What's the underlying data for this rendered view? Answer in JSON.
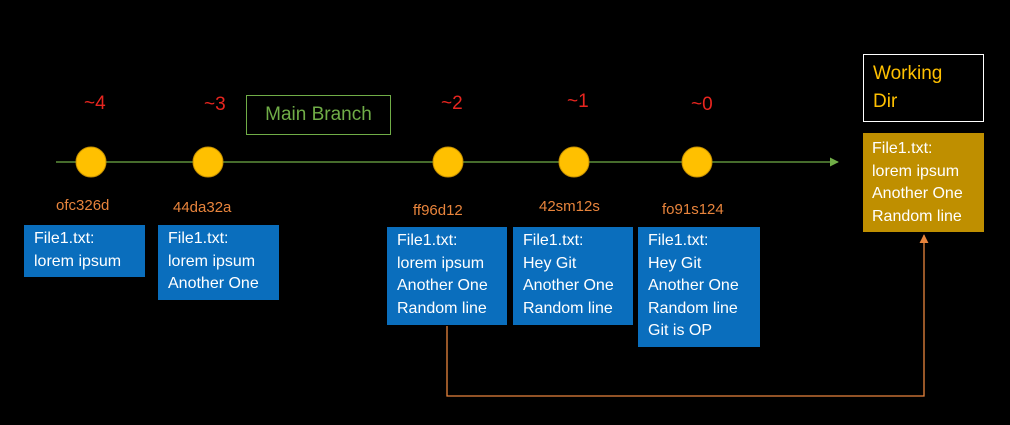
{
  "colors": {
    "background": "#000000",
    "timeline": "#70ad47",
    "commit_dot": "#ffc000",
    "commit_dot_stroke": "#c69000",
    "relative_ref": "#e8251f",
    "commit_hash": "#e8843c",
    "file_box": "#0a6ebd",
    "working_dir_box": "#bf8f00",
    "working_dir_title": "#ffc000",
    "link_arrow": "#e8843c"
  },
  "branch_label": "Main Branch",
  "commits": [
    {
      "ref": "~4",
      "hash": "ofc326d",
      "file_lines": [
        "File1.txt:",
        "lorem ipsum"
      ]
    },
    {
      "ref": "~3",
      "hash": "44da32a",
      "file_lines": [
        "File1.txt:",
        "lorem ipsum",
        "Another One"
      ]
    },
    {
      "ref": "~2",
      "hash": "ff96d12",
      "file_lines": [
        "File1.txt:",
        "lorem ipsum",
        "Another One",
        "Random line"
      ]
    },
    {
      "ref": "~1",
      "hash": "42sm12s",
      "file_lines": [
        "File1.txt:",
        "Hey Git",
        "Another One",
        "Random line"
      ]
    },
    {
      "ref": "~0",
      "hash": "fo91s124",
      "file_lines": [
        "File1.txt:",
        "Hey Git",
        "Another One",
        "Random line",
        "Git is OP"
      ]
    }
  ],
  "working_dir": {
    "title_lines": [
      "Working",
      "Dir"
    ],
    "file_lines": [
      "File1.txt:",
      "lorem ipsum",
      "Another One",
      "Random line"
    ]
  }
}
